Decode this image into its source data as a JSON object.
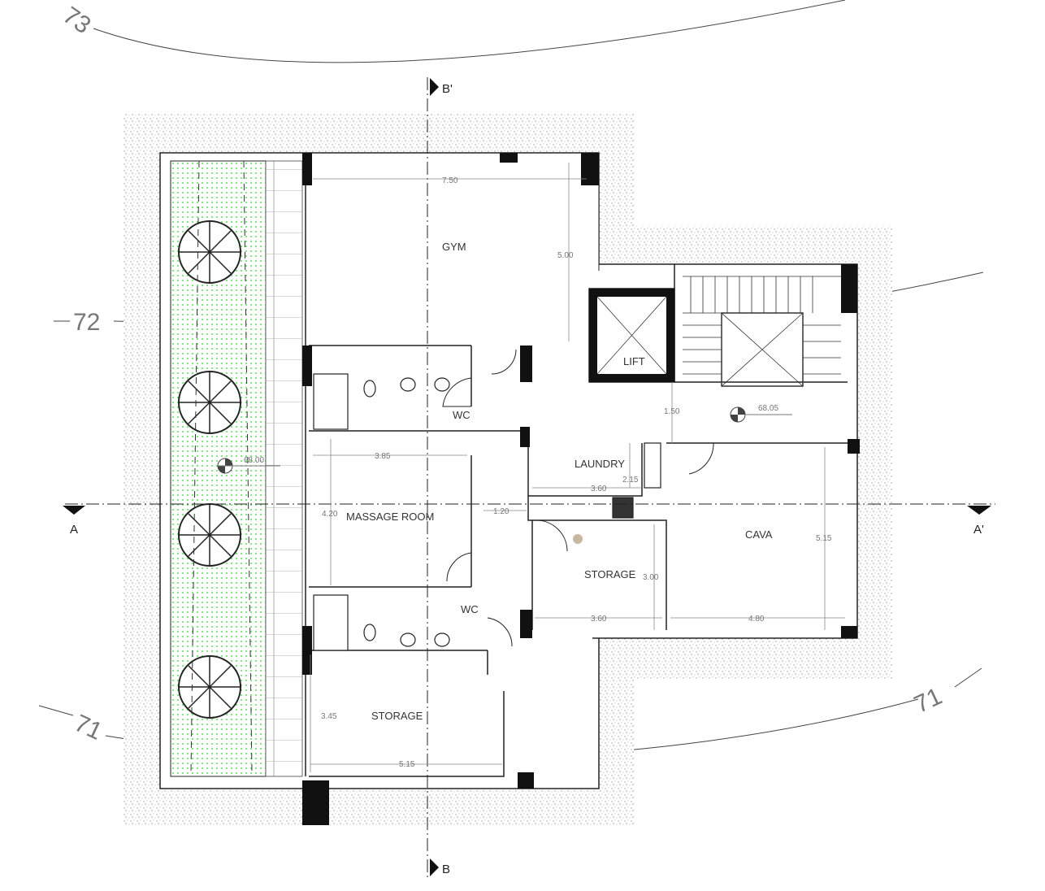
{
  "title": "Floor plan",
  "contours": {
    "top": "73",
    "middle": "72",
    "bottom_left": "71",
    "bottom_right": "71"
  },
  "sections": {
    "a_left": "A",
    "a_right": "A'",
    "b_top": "B'",
    "b_bottom": "B"
  },
  "levels": {
    "garden": "68.00",
    "hall": "68.05"
  },
  "rooms": {
    "gym": "GYM",
    "lift": "LIFT",
    "wc_upper": "WC",
    "wc_lower": "WC",
    "laundry": "LAUNDRY",
    "massage": "MASSAGE ROOM",
    "storage_right": "STORAGE",
    "storage_lower": "STORAGE",
    "cava": "CAVA"
  },
  "dimensions": {
    "gym_width": "7.50",
    "gym_depth": "5.00",
    "hall_width": "1.50",
    "massage_width": "3.85",
    "massage_depth": "4.20",
    "corridor": "1.20",
    "laundry_width": "3.60",
    "laundry_depth": "2.15",
    "storage_depth": "3.00",
    "storage_width": "3.60",
    "cava_width": "4.80",
    "cava_depth": "5.15",
    "storage_lower_depth": "3.45",
    "storage_lower_width": "5.15"
  },
  "colors": {
    "planter": "#22dd22",
    "wall": "#111111",
    "hatch": "#888888"
  }
}
